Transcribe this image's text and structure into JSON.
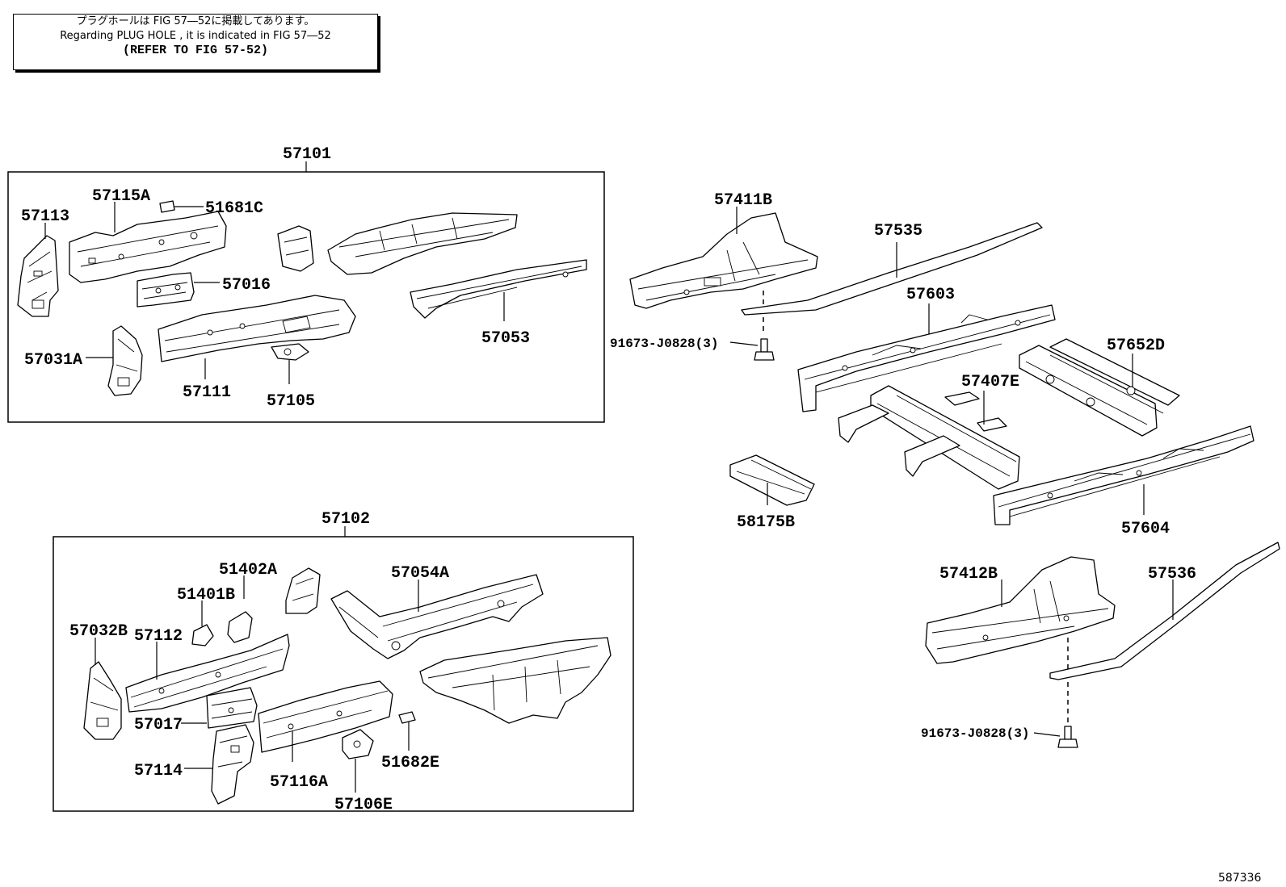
{
  "note": {
    "line_jp": "プラグホールは FIG 57―52に掲載してあります。",
    "line_en": "Regarding PLUG HOLE , it is indicated in FIG 57―52",
    "line_ref": "(REFER TO FIG 57-52)"
  },
  "groups": {
    "upper": "57101",
    "lower": "57102"
  },
  "parts": {
    "p57113": "57113",
    "p57115A": "57115A",
    "p51681C": "51681C",
    "p57016": "57016",
    "p57031A": "57031A",
    "p57111": "57111",
    "p57105": "57105",
    "p57053": "57053",
    "p57411B": "57411B",
    "p57535": "57535",
    "p57603": "57603",
    "p91673a": "91673-J0828(3)",
    "p57652D": "57652D",
    "p57407E": "57407E",
    "p58175B": "58175B",
    "p57604": "57604",
    "p51402A": "51402A",
    "p57054A": "57054A",
    "p51401B": "51401B",
    "p57032B": "57032B",
    "p57112": "57112",
    "p57017": "57017",
    "p57114": "57114",
    "p57116A": "57116A",
    "p51682E": "51682E",
    "p57106E": "57106E",
    "p57412B": "57412B",
    "p57536": "57536",
    "p91673b": "91673-J0828(3)"
  },
  "figure_id": "587336"
}
